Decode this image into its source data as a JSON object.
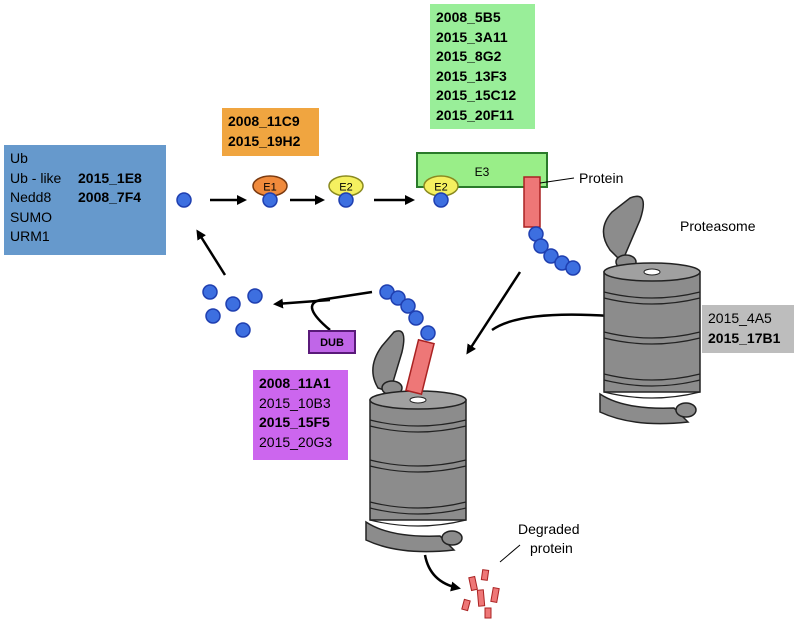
{
  "modifier_box": {
    "color": "#6699cc",
    "rows": [
      {
        "name": "Ub",
        "code": ""
      },
      {
        "name": "Ub - like",
        "code": "2015_1E8"
      },
      {
        "name": "Nedd8",
        "code": "2008_7F4"
      },
      {
        "name": "SUMO",
        "code": ""
      },
      {
        "name": "URM1",
        "code": ""
      }
    ]
  },
  "e1_box": {
    "color": "#f0a540",
    "codes": [
      "2008_11C9",
      "2015_19H2"
    ]
  },
  "e3_box": {
    "color": "#99ee99",
    "codes": [
      "2008_5B5",
      "2015_3A11",
      "2015_8G2",
      "2015_13F3",
      "2015_15C12",
      "2015_20F11"
    ]
  },
  "dub_box": {
    "color": "#cc66ee",
    "codes": [
      {
        "text": "2008_11A1",
        "bold": true
      },
      {
        "text": "2015_10B3",
        "bold": false
      },
      {
        "text": "2015_15F5",
        "bold": true
      },
      {
        "text": "2015_20G3",
        "bold": false
      }
    ]
  },
  "proteasome_box": {
    "color": "#bdbdbd",
    "codes": [
      {
        "text": "2015_4A5",
        "bold": false
      },
      {
        "text": "2015_17B1",
        "bold": true
      }
    ]
  },
  "enzymes": {
    "e1": {
      "label": "E1",
      "color": "#f08a3c"
    },
    "e2_free": {
      "label": "E2",
      "color": "#f5f060"
    },
    "e2_bound": {
      "label": "E2",
      "color": "#f5f060"
    },
    "e3": {
      "label": "E3",
      "color": "#99ee88"
    },
    "dub": {
      "label": "DUB",
      "color": "#c066e8"
    }
  },
  "labels": {
    "protein": "Protein",
    "proteasome": "Proteasome",
    "degraded": [
      "Degraded",
      "protein"
    ]
  },
  "colors": {
    "ubiquitin": "#3d6fe0",
    "ubiquitin_stroke": "#1f3fb0",
    "protein": "#ee7777",
    "proteasome": "#8c8c8c"
  }
}
